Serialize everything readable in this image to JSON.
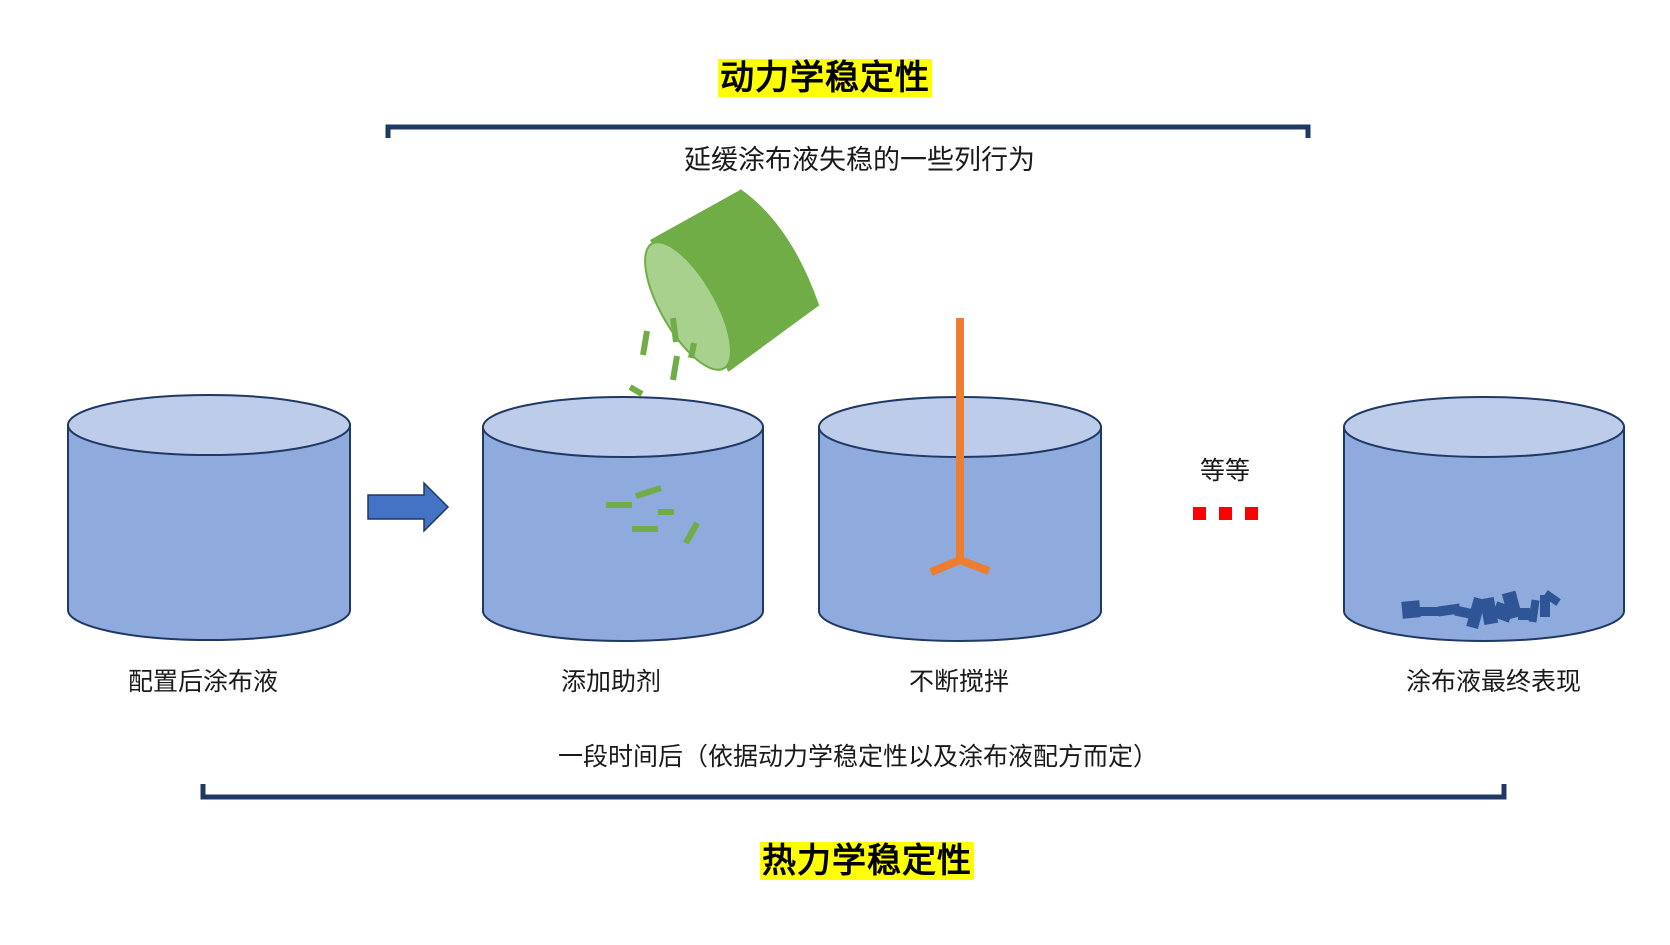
{
  "top": {
    "title": "动力学稳定性",
    "subtitle": "延缓涂布液失稳的一些列行为"
  },
  "bottom": {
    "note": "一段时间后（依据动力学稳定性以及涂布液配方而定）",
    "title": "热力学稳定性"
  },
  "steps": [
    {
      "label": "配置后涂布液"
    },
    {
      "label": "添加助剂"
    },
    {
      "label": "不断搅拌"
    },
    {
      "label": "涂布液最终表现"
    }
  ],
  "ellipsis": {
    "label": "等等",
    "dot_color": "#ff0000"
  },
  "colors": {
    "highlight": "#ffff00",
    "bracket": "#1f3864",
    "tank_body": "#8faadc",
    "tank_top": "#bdcce9",
    "tank_stroke": "#1f3864",
    "arrow": "#4472c4",
    "additive": "#70ad47",
    "additive_face": "#a9d18e",
    "stirrer": "#ed7d31",
    "sediment": "#2f5597"
  }
}
